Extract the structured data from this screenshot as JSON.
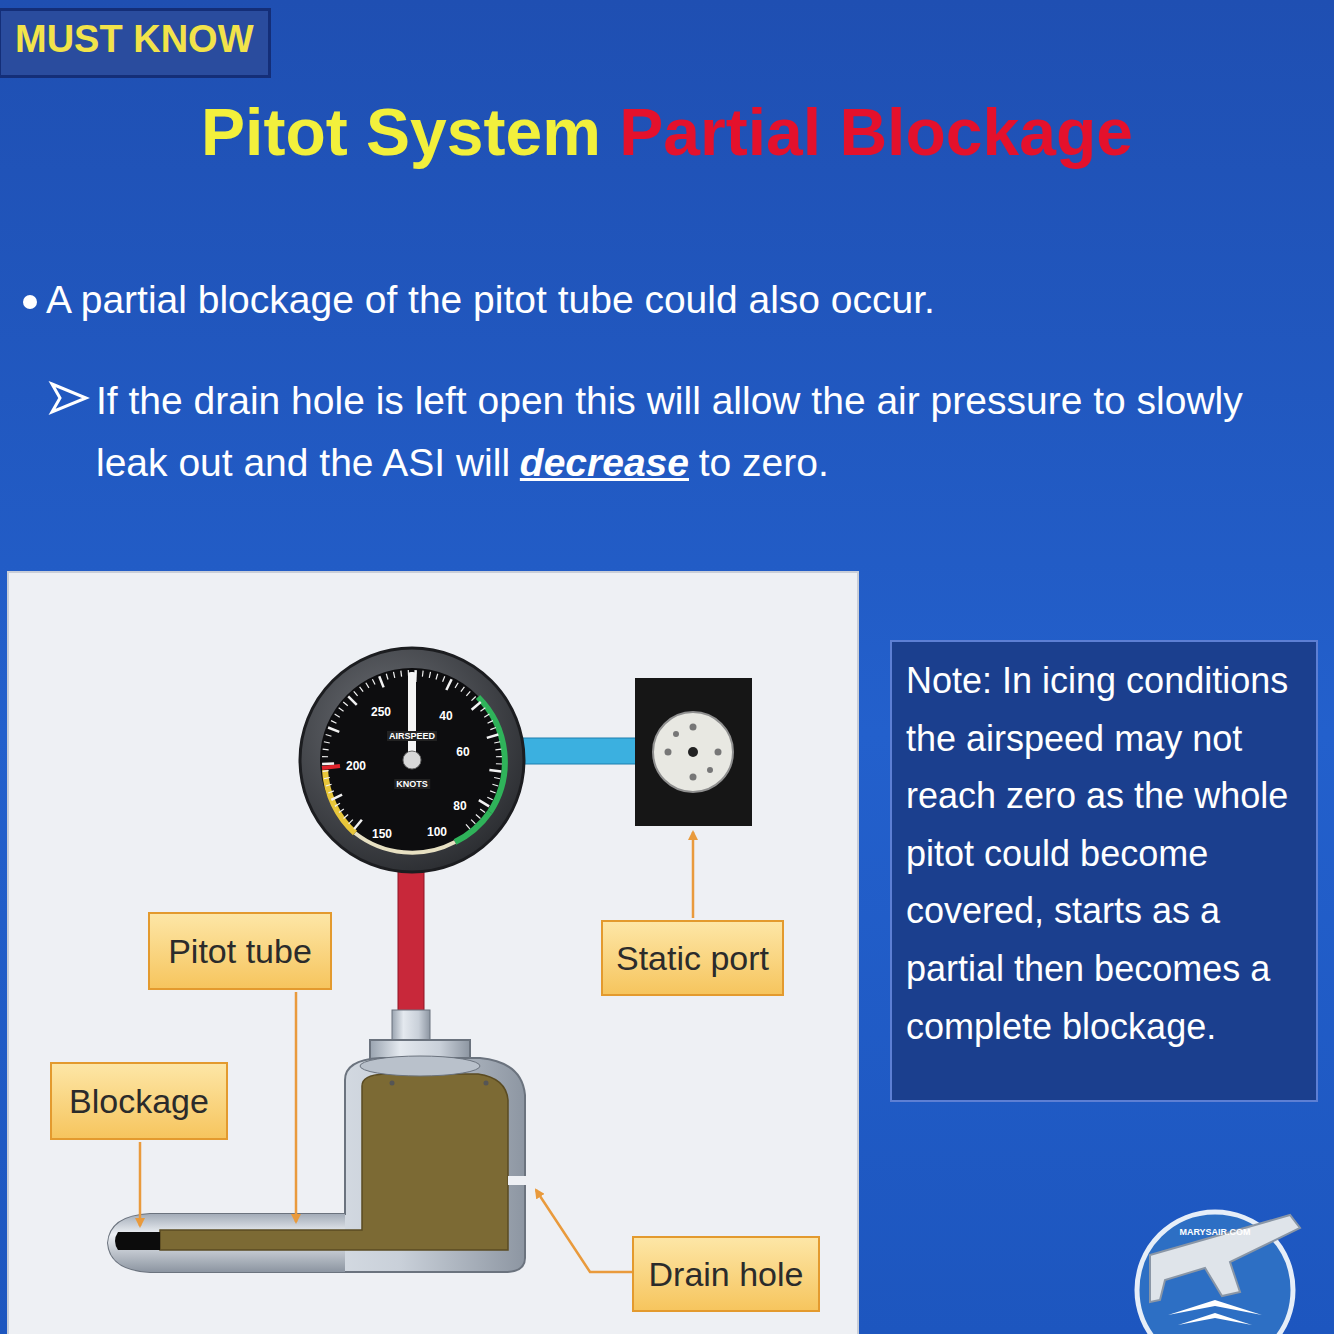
{
  "diagram": {
    "title": "Pitot System",
    "nodes": [
      {
        "text": [
          "MUST KNOW"
        ]
      },
      {
        "text": [
          "Note: In icing conditions the airspeed may not reach zero as the whole pitot could become covered, starts as a partial then becomes a complete blockage."
        ]
      },
      {
        "text": [
          "Pitot tube"
        ]
      },
      {
        "text": [
          "Static port"
        ]
      },
      {
        "text": [
          "Blockage"
        ]
      },
      {
        "text": [
          "Drain hole"
        ]
      }
    ],
    "labels": [
      "Partial Blockage",
      "A partial blockage of the pitot tube could also occur.",
      "If the drain hole is left open this will allow the air pressure to slowly leak out and the ASI will",
      "decrease",
      "to zero.",
      "250",
      "40",
      "200",
      "60",
      "80",
      "150",
      "100",
      "AIRSPEED",
      "KNOTS",
      "MARYSAIR.COM"
    ]
  }
}
